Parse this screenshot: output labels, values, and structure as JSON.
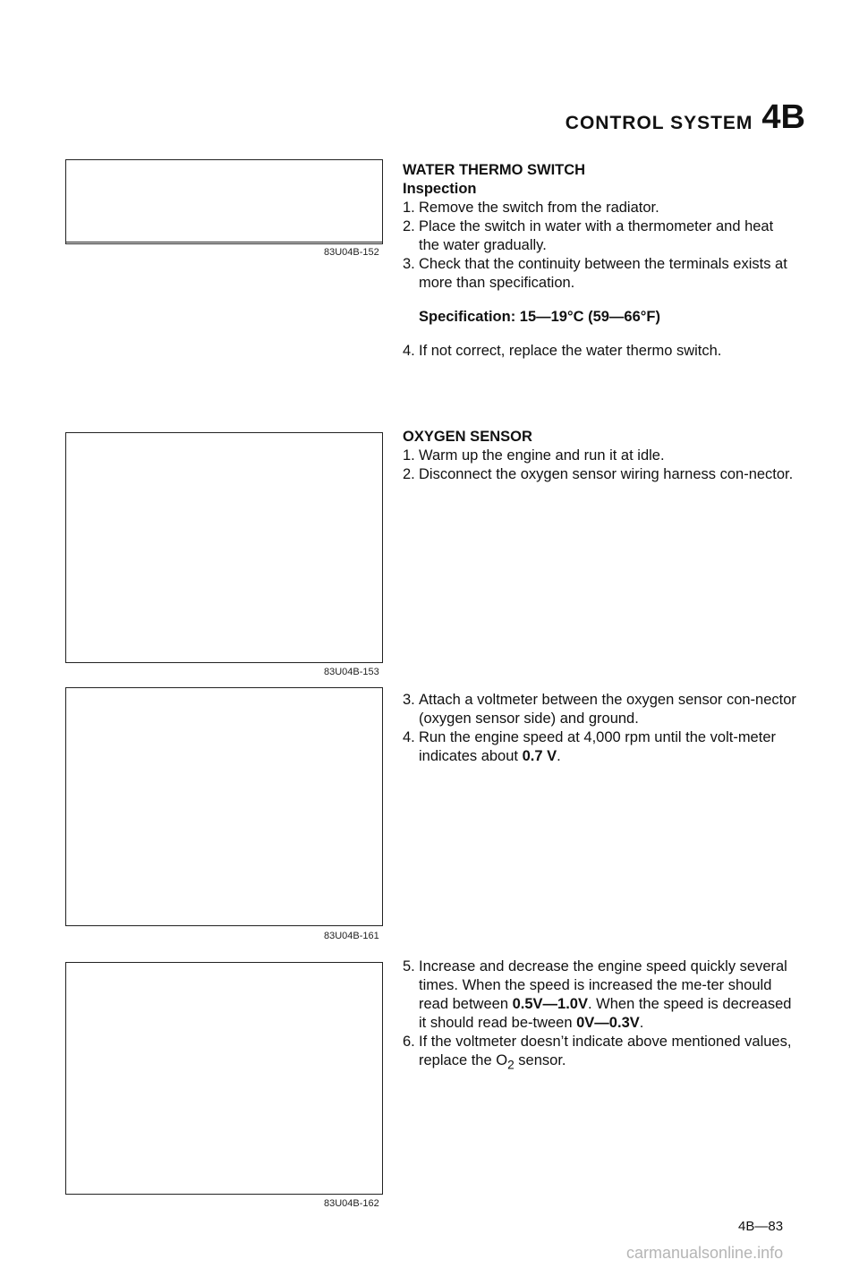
{
  "header": {
    "title": "CONTROL SYSTEM",
    "code": "4B"
  },
  "figures": [
    {
      "id": "83U04B-152",
      "subject": "water-thermo-switch-test"
    },
    {
      "id": "83U04B-153",
      "subject": "oxygen-sensor-connector"
    },
    {
      "id": "83U04B-161",
      "subject": "voltmeter-connection"
    },
    {
      "id": "83U04B-162",
      "subject": "engine-speed-adjustment"
    }
  ],
  "sections": {
    "water_thermo": {
      "title": "WATER THERMO SWITCH",
      "subtitle": "Inspection",
      "steps": [
        {
          "n": "1.",
          "text": "Remove the switch from the radiator."
        },
        {
          "n": "2.",
          "text": "Place the switch in water with a thermometer and heat the water gradually."
        },
        {
          "n": "3.",
          "text": "Check that the continuity between the terminals exists at more than specification."
        }
      ],
      "spec": "Specification: 15—19°C (59—66°F)",
      "step4": {
        "n": "4.",
        "text": "If not correct, replace the water thermo switch."
      }
    },
    "oxygen_sensor": {
      "title": "OXYGEN SENSOR",
      "steps": [
        {
          "n": "1.",
          "text": "Warm up the engine and run it at idle."
        },
        {
          "n": "2.",
          "text": "Disconnect the oxygen sensor wiring harness con-nector."
        }
      ],
      "steps_b": [
        {
          "n": "3.",
          "text": "Attach a voltmeter between the oxygen sensor con-nector (oxygen sensor side) and ground."
        },
        {
          "n": "4.",
          "pre": "Run the engine speed at 4,000 rpm until the volt-meter indicates about ",
          "value": "0.7 V",
          "post": "."
        }
      ],
      "step5": {
        "n": "5.",
        "a": "Increase and decrease the engine speed quickly several times. When the speed is increased the me-ter should read between ",
        "v1": "0.5V—1.0V",
        "b": ". When the speed is decreased it should read be-tween ",
        "v2": "0V—0.3V",
        "c": "."
      },
      "step6": {
        "n": "6.",
        "pre": "If the voltmeter doesn’t indicate above mentioned values, replace the O",
        "sub": "2",
        "post": " sensor."
      }
    }
  },
  "footer": {
    "page": "4B—83",
    "watermark": "carmanualsonline.info"
  }
}
